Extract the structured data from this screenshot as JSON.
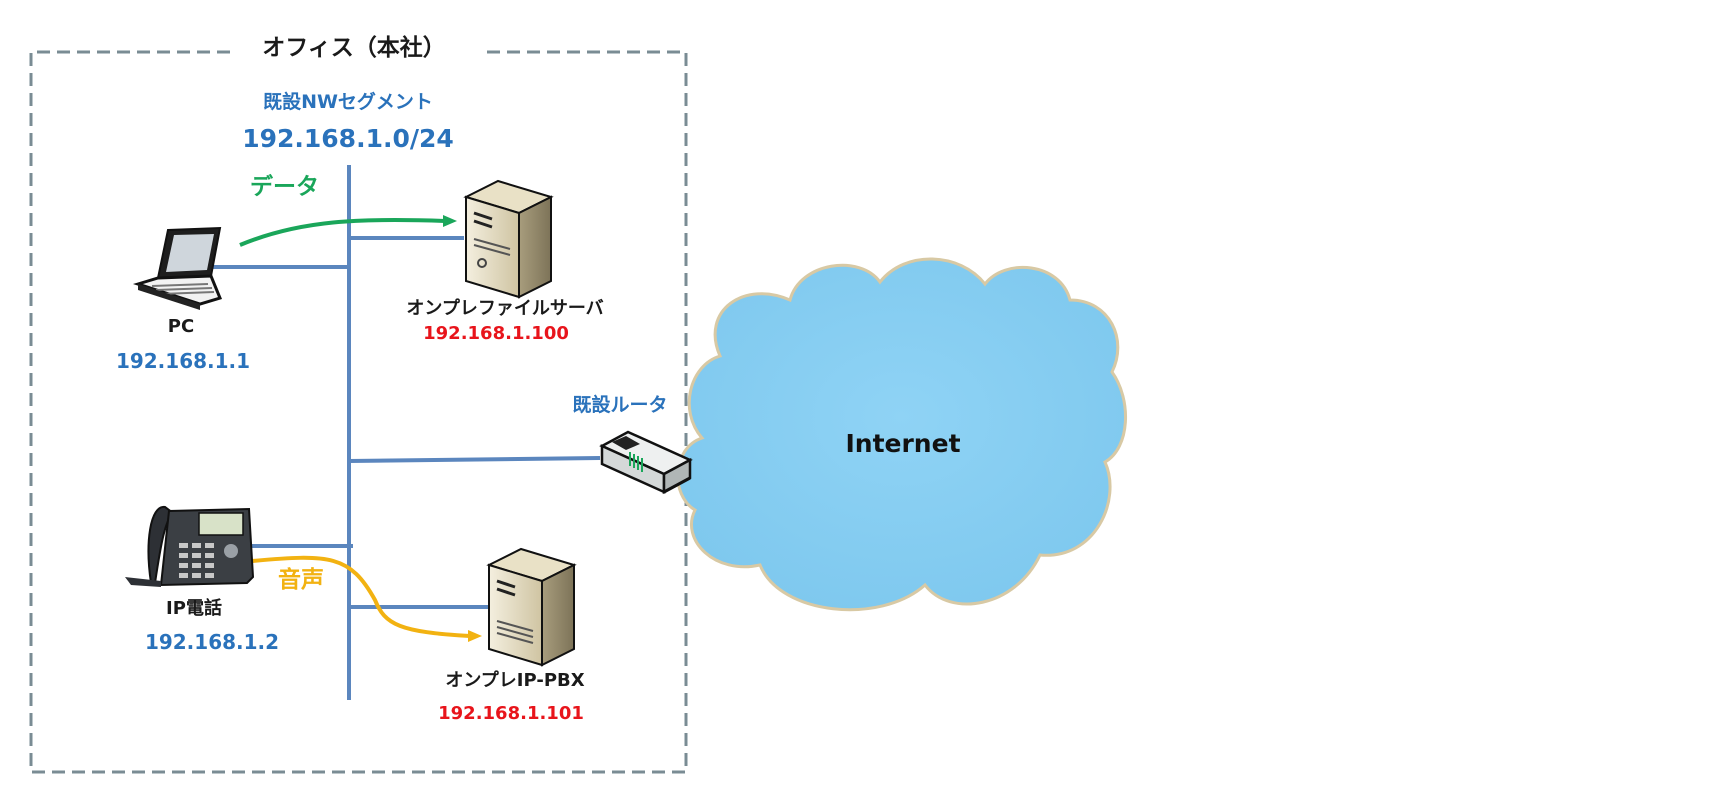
{
  "office": {
    "title": "オフィス（本社）",
    "border_color": "#7a8c94"
  },
  "segment": {
    "name": "既設NWセグメント",
    "address": "192.168.1.0/24",
    "line_color": "#5b86be"
  },
  "devices": {
    "pc": {
      "label": "PC",
      "ip": "192.168.1.1",
      "icon": "laptop-icon"
    },
    "file_server": {
      "label": "オンプレファイルサーバ",
      "ip": "192.168.1.100",
      "icon": "server-icon"
    },
    "ip_phone": {
      "label": "IP電話",
      "ip": "192.168.1.2",
      "icon": "desk-phone-icon"
    },
    "ip_pbx": {
      "label": "オンプレIP-PBX",
      "ip": "192.168.1.101",
      "icon": "server-icon"
    },
    "router": {
      "label": "既設ルータ",
      "icon": "router-icon"
    }
  },
  "flows": {
    "data": {
      "label": "データ",
      "color": "#1aa65a"
    },
    "voice": {
      "label": "音声",
      "color": "#f2b211"
    }
  },
  "internet": {
    "label": "Internet",
    "color": "#87cff3"
  },
  "colors": {
    "blue_text": "#2a72bb",
    "red_text": "#e8141b"
  }
}
